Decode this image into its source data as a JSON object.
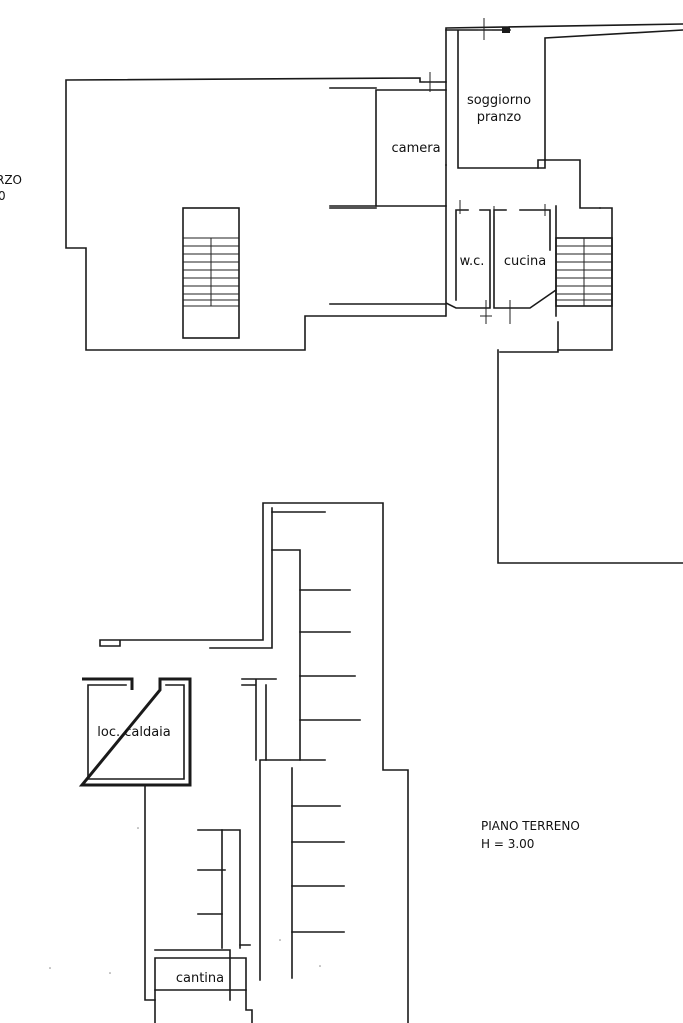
{
  "floor_labels": {
    "partial_left_line1": "RZO",
    "partial_left_line2": "0",
    "ground_floor_title": "PIANO TERRENO",
    "ground_floor_height": "H = 3.00"
  },
  "rooms": {
    "soggiorno_line1": "soggiorno",
    "soggiorno_line2": "pranzo",
    "camera": "camera",
    "wc": "w.c.",
    "cucina": "cucina",
    "caldaia": "loc. caldaia",
    "cantina": "cantina"
  }
}
